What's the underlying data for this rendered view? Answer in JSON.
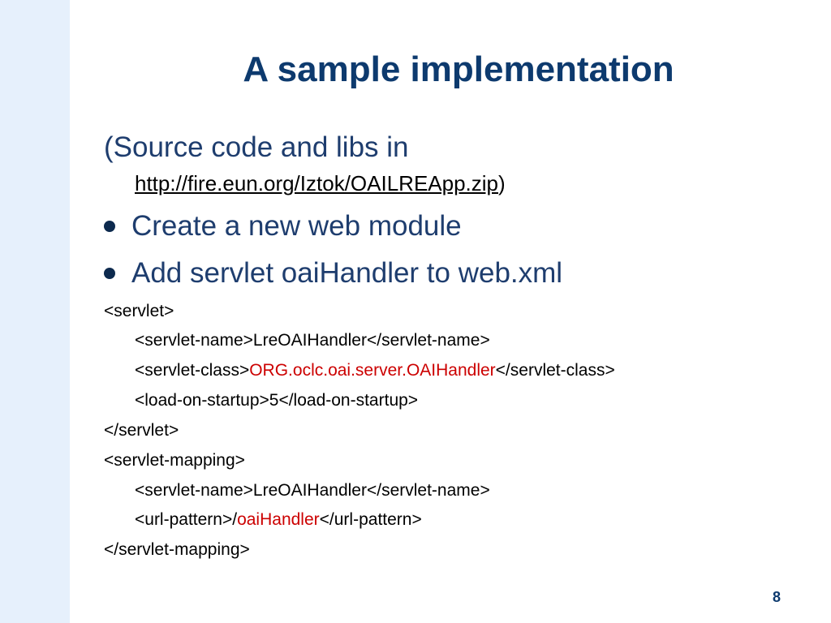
{
  "slide": {
    "title": "A sample implementation",
    "source_prefix": "(Source code and libs in",
    "source_url": "http://fire.eun.org/Iztok/OAILREApp.zip",
    "source_suffix": ")",
    "bullets": [
      "Create a new web module",
      "Add servlet oaiHandler to web.xml"
    ],
    "code": [
      {
        "before": "<servlet>",
        "highlight": "",
        "after": ""
      },
      {
        "before": "<servlet-name>LreOAIHandler</servlet-name>",
        "highlight": "",
        "after": ""
      },
      {
        "before": "<servlet-class>",
        "highlight": "ORG.oclc.oai.server.OAIHandler",
        "after": "</servlet-class>"
      },
      {
        "before": "<load-on-startup>5</load-on-startup>",
        "highlight": "",
        "after": ""
      },
      {
        "before": "</servlet>",
        "highlight": "",
        "after": ""
      },
      {
        "before": "<servlet-mapping>",
        "highlight": "",
        "after": ""
      },
      {
        "before": "<servlet-name>LreOAIHandler</servlet-name>",
        "highlight": "",
        "after": ""
      },
      {
        "before": "<url-pattern>/",
        "highlight": "oaiHandler",
        "after": "</url-pattern>"
      },
      {
        "before": "</servlet-mapping>",
        "highlight": "",
        "after": ""
      }
    ],
    "page_number": "8"
  },
  "colors": {
    "title": "#0d3a6e",
    "side_band": "#e6f0fc",
    "highlight": "#cc0000"
  }
}
